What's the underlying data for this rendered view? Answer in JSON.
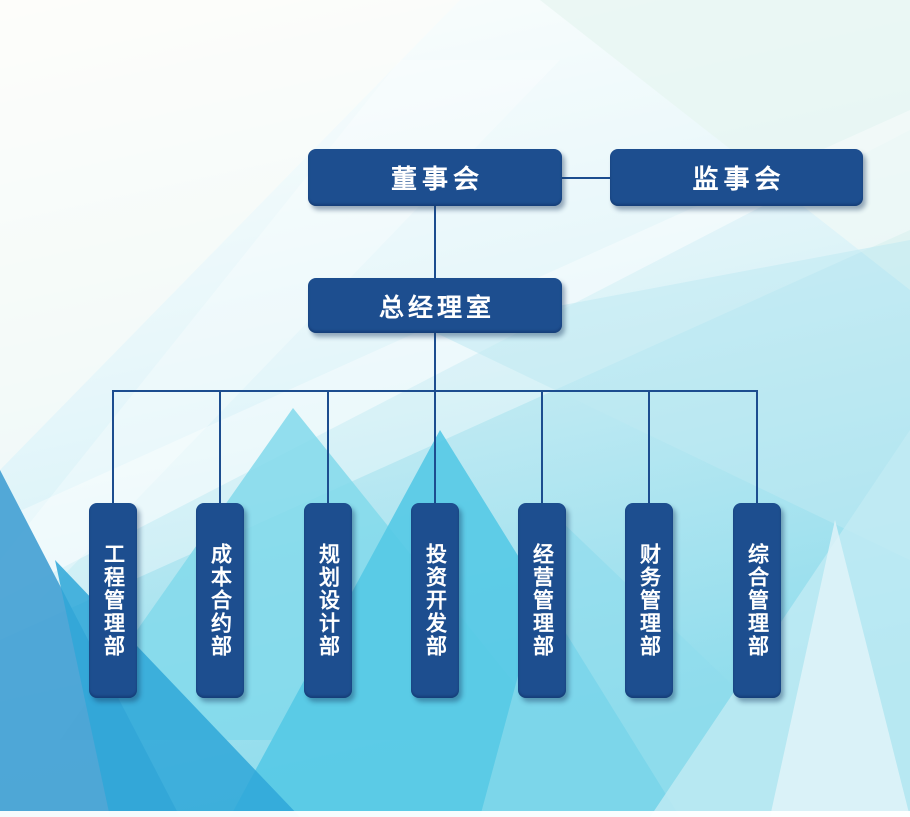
{
  "org_chart": {
    "root": {
      "label": "董事会"
    },
    "sibling": {
      "label": "监事会"
    },
    "level2": {
      "label": "总经理室"
    },
    "departments": [
      {
        "label": "工程管理部"
      },
      {
        "label": "成本合约部"
      },
      {
        "label": "规划设计部"
      },
      {
        "label": "投资开发部"
      },
      {
        "label": "经营管理部"
      },
      {
        "label": "财务管理部"
      },
      {
        "label": "综合管理部"
      }
    ]
  },
  "colors": {
    "node_fill": "#1d4e8f",
    "node_text": "#ffffff",
    "connector": "#1c4d8f",
    "bg_top_light": "#f9fdfc",
    "bg_mid_cyan": "#bfe9f2",
    "bg_deep_cyan": "#55c9e5",
    "bg_steel_blue": "#4aa3d5"
  }
}
